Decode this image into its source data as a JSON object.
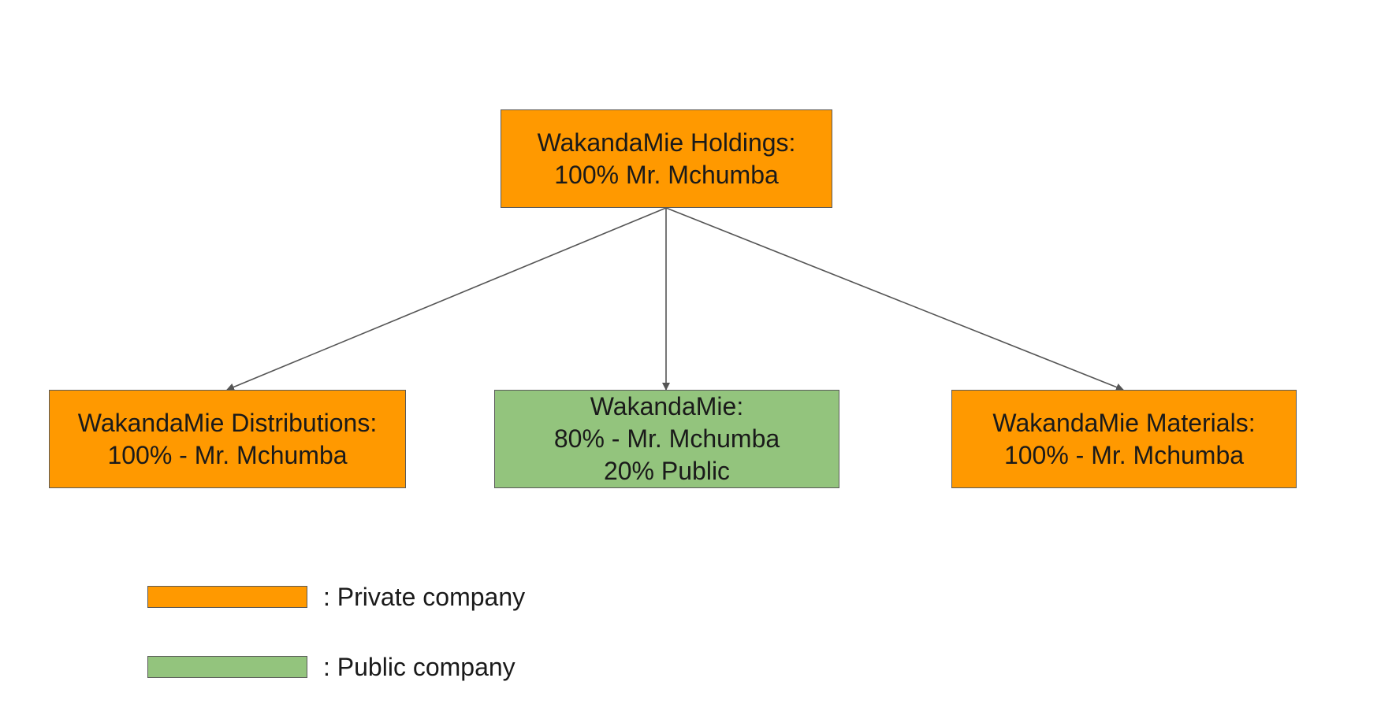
{
  "colors": {
    "private": "#FF9900",
    "public": "#93C47D",
    "border": "#5A5A5A",
    "connector": "#555555"
  },
  "nodes": {
    "holdings": {
      "lines": [
        "WakandaMie Holdings:",
        "100% Mr. Mchumba"
      ],
      "type": "private"
    },
    "distributions": {
      "lines": [
        "WakandaMie Distributions:",
        "100% - Mr. Mchumba"
      ],
      "type": "private"
    },
    "wakandamie": {
      "lines": [
        "WakandaMie:",
        "80% - Mr. Mchumba",
        "20% Public"
      ],
      "type": "public"
    },
    "materials": {
      "lines": [
        "WakandaMie Materials:",
        "100% - Mr. Mchumba"
      ],
      "type": "private"
    }
  },
  "edges": [
    {
      "from": "holdings",
      "to": "distributions"
    },
    {
      "from": "holdings",
      "to": "wakandamie"
    },
    {
      "from": "holdings",
      "to": "materials"
    }
  ],
  "legend": {
    "private_label": ": Private company",
    "public_label": ": Public company"
  }
}
